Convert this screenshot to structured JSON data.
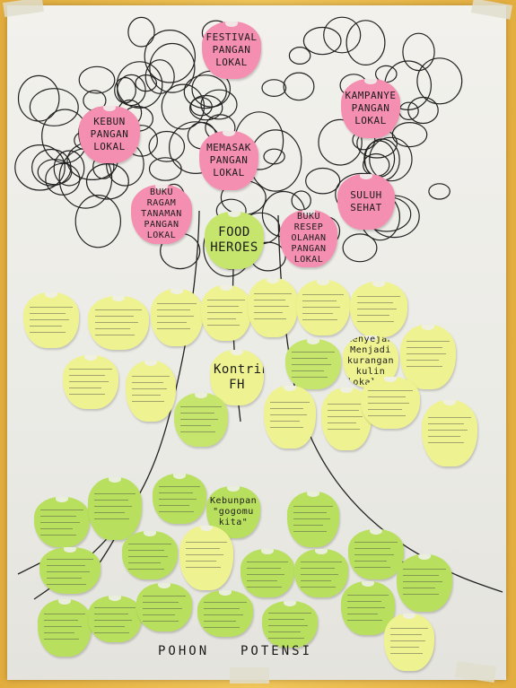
{
  "poster": {
    "footer_left": "POHON",
    "footer_right": "POTENSI",
    "center_label": "FOOD HEROES",
    "colors": {
      "pink": "#f58fb2",
      "yellow": "#eef290",
      "green": "#c6e56c",
      "paper": "#eeeee9",
      "wall": "#e9b94a"
    }
  },
  "canopy_notes": [
    {
      "text": "FESTIVAL PANGAN LOKAL"
    },
    {
      "text": "KAMPANYE PANGAN LOKAL"
    },
    {
      "text": "KEBUN PANGAN LOKAL"
    },
    {
      "text": "MEMASAK PANGAN LOKAL"
    },
    {
      "text": "SULUH SEHAT"
    },
    {
      "text": "BUKU RAGAM TANAMAN PANGAN LOKAL"
    },
    {
      "text": "BUKU RESEP OLAHAN PANGAN LOKAL"
    }
  ],
  "trunk_notes": [
    {
      "text": "Kontribusi FH"
    },
    {
      "text": "Menyejahtera Menjadi kurangan kulin lokal FH"
    }
  ],
  "root_notes": [
    {
      "text": "Kebunpan \"gogomu kita\""
    }
  ]
}
